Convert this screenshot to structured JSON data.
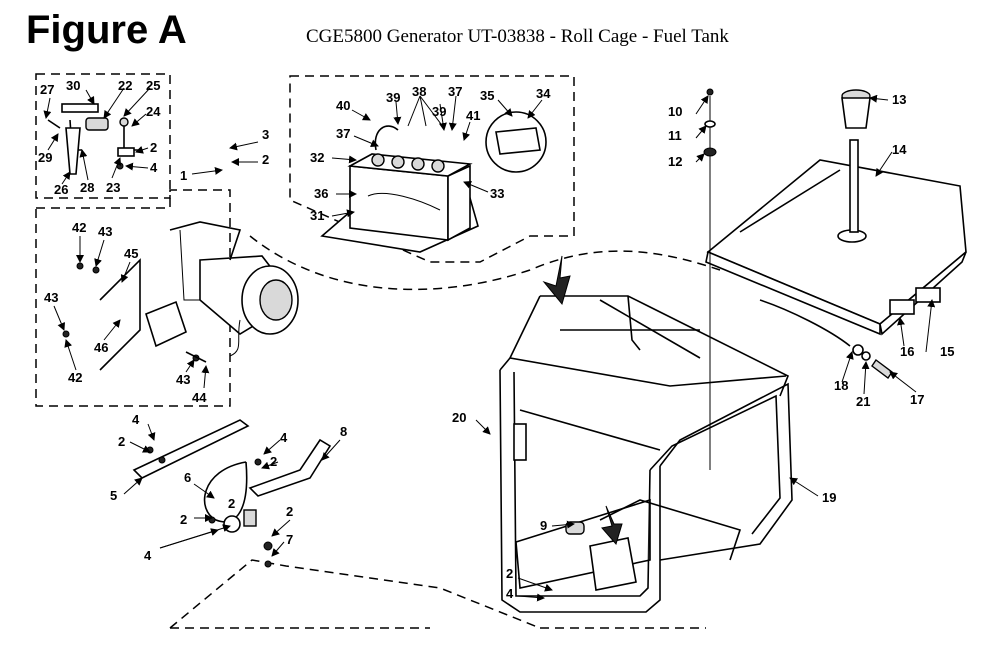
{
  "header": {
    "figure_label": "Figure A",
    "caption": "CGE5800 Generator UT-03838 - Roll Cage - Fuel Tank"
  },
  "callouts": {
    "c1": "1",
    "c2": "2",
    "c3": "3",
    "c4": "4",
    "c5": "5",
    "c6": "6",
    "c7": "7",
    "c8": "8",
    "c9": "9",
    "c10": "10",
    "c11": "11",
    "c12": "12",
    "c13": "13",
    "c14": "14",
    "c15": "15",
    "c16": "16",
    "c17": "17",
    "c18": "18",
    "c19": "19",
    "c20": "20",
    "c21": "21",
    "c22": "22",
    "c23": "23",
    "c24": "24",
    "c25": "25",
    "c26": "26",
    "c27": "27",
    "c28": "28",
    "c29": "29",
    "c30": "30",
    "c31": "31",
    "c32": "32",
    "c33": "33",
    "c34": "34",
    "c35": "35",
    "c36": "36",
    "c37": "37",
    "c38": "38",
    "c39": "39",
    "c40": "40",
    "c41": "41",
    "c42": "42",
    "c43": "43",
    "c44": "44",
    "c45": "45",
    "c46": "46"
  }
}
